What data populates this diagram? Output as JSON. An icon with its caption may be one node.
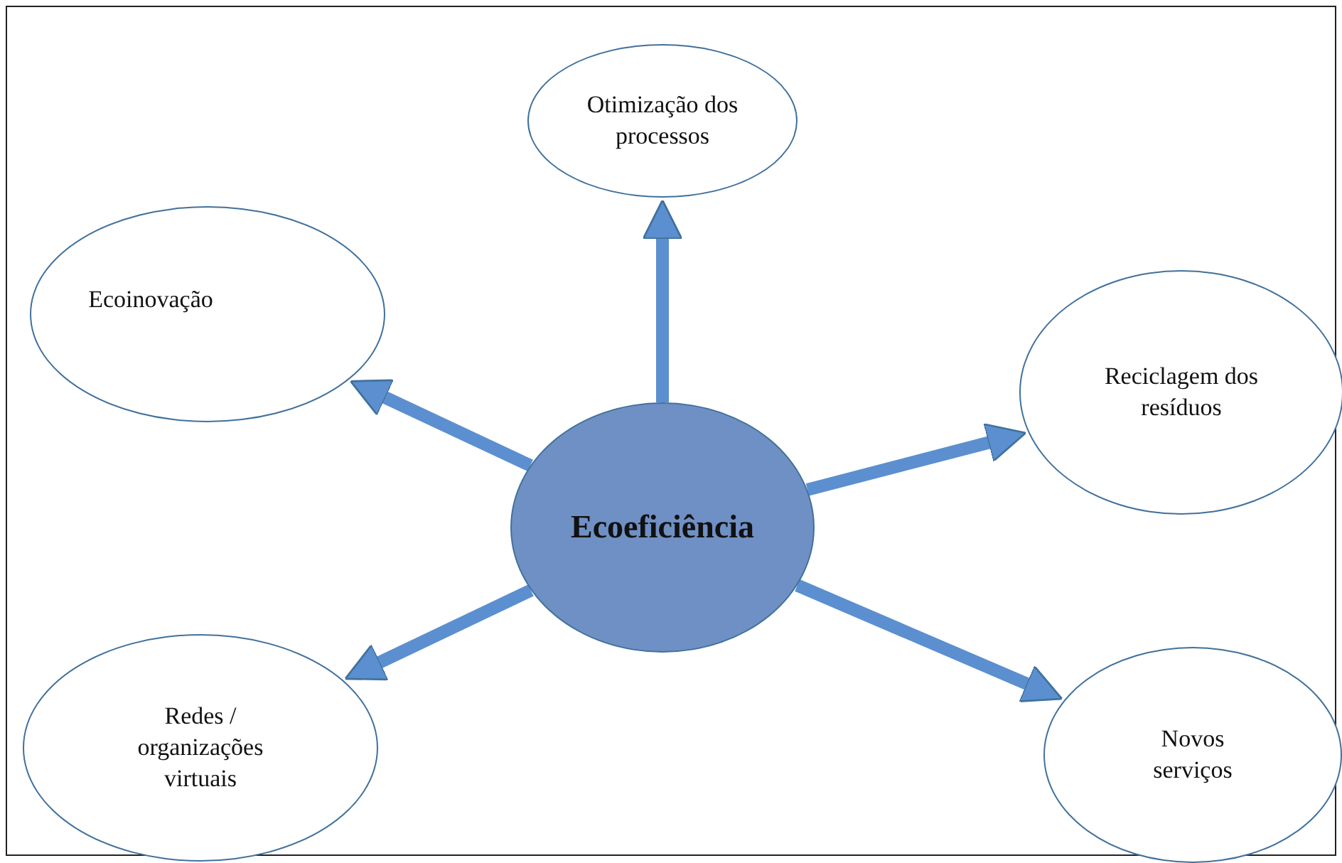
{
  "diagram": {
    "nodes": [
      {
        "text": [
          "Otimização dos processos"
        ]
      },
      {
        "text": [
          "Ecoinovação"
        ]
      },
      {
        "text": [
          "Reciclagem dos resíduos"
        ]
      },
      {
        "text": [
          "Ecoeficiência"
        ]
      },
      {
        "text": [
          "Redes / organizações virtuais"
        ]
      },
      {
        "text": [
          "Novos serviços"
        ]
      }
    ],
    "edges": [
      {
        "from": 3,
        "to": 0,
        "arrow": "to"
      },
      {
        "from": 3,
        "to": 1,
        "arrow": "to"
      },
      {
        "from": 3,
        "to": 2,
        "arrow": "to"
      },
      {
        "from": 3,
        "to": 4,
        "arrow": "to"
      },
      {
        "from": 3,
        "to": 5,
        "arrow": "to"
      }
    ]
  }
}
